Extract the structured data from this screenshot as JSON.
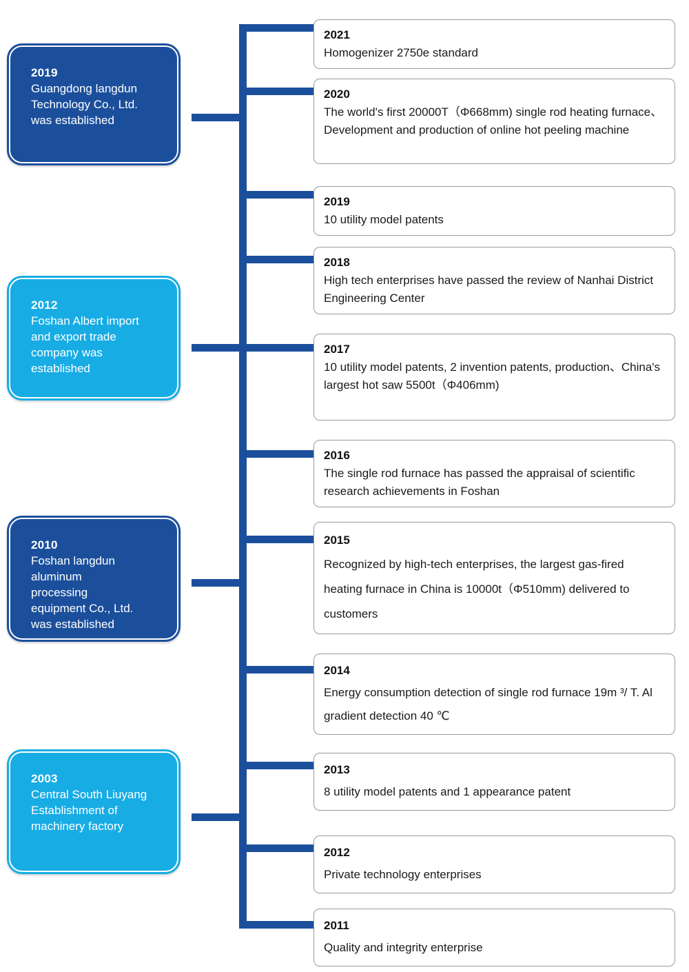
{
  "diagram": {
    "type": "company-history-timeline",
    "colors": {
      "dark_blue": "#1b4f9c",
      "light_blue": "#17ace4",
      "card_border": "#9a9a9a",
      "card_background": "#ffffff",
      "page_background": "#ffffff",
      "milestone_text": "#ffffff",
      "card_text": "#1a1a1a"
    }
  },
  "milestones": [
    {
      "year": "2019",
      "text": "Guangdong langdun\nTechnology Co., Ltd.\nwas established",
      "style": "dark"
    },
    {
      "year": "2012",
      "text": "Foshan Albert import\nand export trade\ncompany was\nestablished",
      "style": "light"
    },
    {
      "year": "2010",
      "text": "Foshan langdun\naluminum\nprocessing\nequipment Co., Ltd.\nwas established",
      "style": "dark"
    },
    {
      "year": "2003",
      "text": "Central South Liuyang\nEstablishment of\nmachinery factory",
      "style": "light"
    }
  ],
  "events": [
    {
      "year": "2021",
      "text": "Homogenizer 2750e standard"
    },
    {
      "year": "2020",
      "text": "The world's first 20000T（Φ668mm) single rod heating furnace、Development and production of online hot peeling machine"
    },
    {
      "year": "2019",
      "text": "10 utility model patents"
    },
    {
      "year": "2018",
      "text": "High tech enterprises have passed the review of Nanhai District Engineering Center"
    },
    {
      "year": "2017",
      "text": "10 utility model patents, 2 invention patents, production、China's largest hot saw 5500t（Φ406mm)"
    },
    {
      "year": "2016",
      "text": "The single rod furnace has passed the appraisal of scientific research achievements in Foshan"
    },
    {
      "year": "2015",
      "text": "Recognized by high-tech enterprises, the largest gas-fired heating furnace in China is 10000t（Φ510mm) delivered to customers"
    },
    {
      "year": "2014",
      "text": "Energy consumption detection of single rod furnace 19m ³/ T. Al gradient detection 40 ℃"
    },
    {
      "year": "2013",
      "text": "8 utility model patents and 1 appearance patent"
    },
    {
      "year": "2012",
      "text": "Private technology enterprises"
    },
    {
      "year": "2011",
      "text": "Quality and integrity enterprise"
    }
  ]
}
